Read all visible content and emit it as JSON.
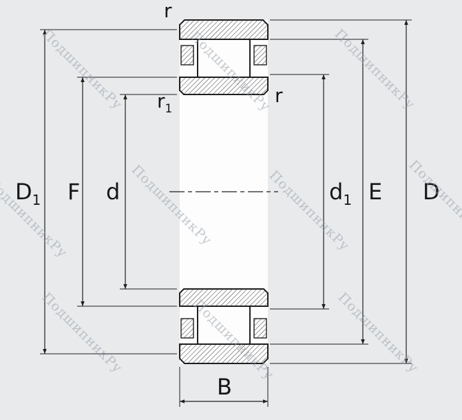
{
  "watermark": {
    "text": "ПодшипникРу",
    "color": "#98a0a9"
  },
  "colors": {
    "background": "#e8eaec",
    "drawing_background": "#fdfdfd",
    "line": "#1f1f1f"
  },
  "labels": {
    "r_top": "r",
    "r1": {
      "base": "r",
      "sub": "1"
    },
    "r_right": "r",
    "D1": {
      "base": "D",
      "sub": "1"
    },
    "F": "F",
    "d": "d",
    "d1": {
      "base": "d",
      "sub": "1"
    },
    "E": "E",
    "D": "D",
    "B": "B"
  }
}
